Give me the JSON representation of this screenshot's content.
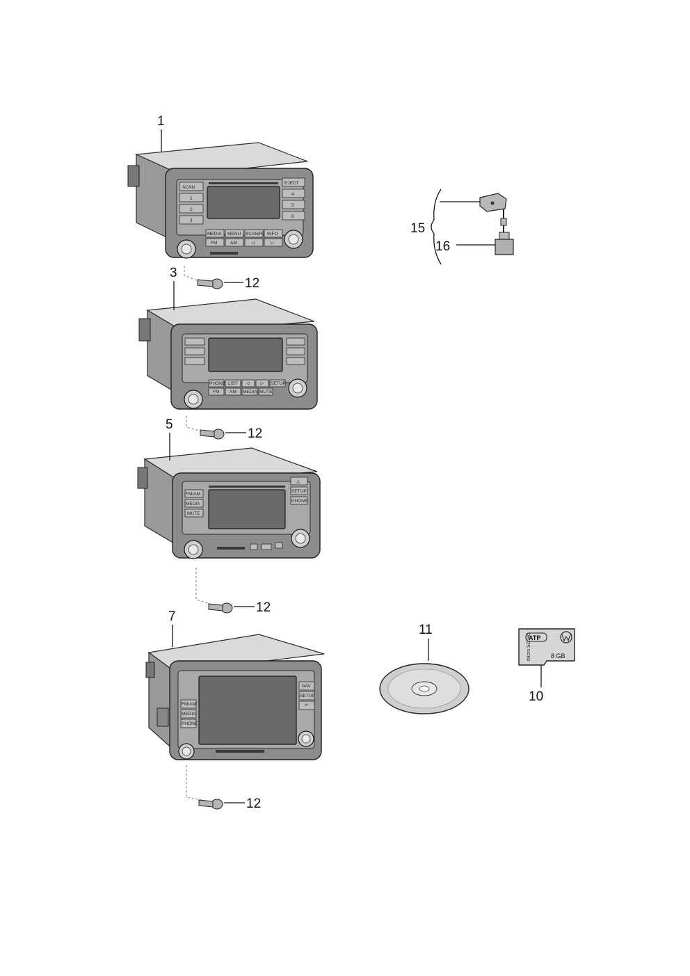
{
  "callouts": {
    "c1": "1",
    "c3": "3",
    "c5": "5",
    "c7": "7",
    "c10": "10",
    "c11": "11",
    "c12": "12",
    "c15": "15",
    "c16": "16"
  },
  "radio1": {
    "left_top": "SCAN",
    "right_top": "EJECT",
    "left_keys": [
      "1",
      "2",
      "3"
    ],
    "right_keys": [
      "4",
      "5",
      "6"
    ],
    "row1": [
      "MEDIA",
      "MENU",
      "SCAN/RPT",
      "INFO"
    ],
    "row2": [
      "FM",
      "AM",
      "◁",
      "▷"
    ]
  },
  "radio3": {
    "row1": [
      "PHONE",
      "LIST",
      "◁",
      "▷",
      "SETUP"
    ],
    "row2": [
      "FM",
      "AM",
      "MEDIA",
      "MUTE",
      ""
    ]
  },
  "radio5": {
    "left_keys": [
      "FM/AM",
      "MEDIA",
      "MUTE"
    ],
    "right_keys": [
      "△",
      "SETUP",
      "PHONE"
    ]
  },
  "radio7": {
    "left_keys": [
      "FM/AM",
      "MEDIA",
      "PHONE"
    ],
    "right_keys": [
      "NAV",
      "SETUP",
      "↶"
    ]
  },
  "sdcard": {
    "brand": "ATP",
    "type": "micro SD HC",
    "capacity": "8 GB"
  },
  "icons": {
    "vw_logo": "vw-logo-icon",
    "cd": "cd-disc-icon",
    "sd": "micro-sd-card-icon",
    "screw": "screw-icon",
    "antenna": "antenna-connector-icon"
  }
}
